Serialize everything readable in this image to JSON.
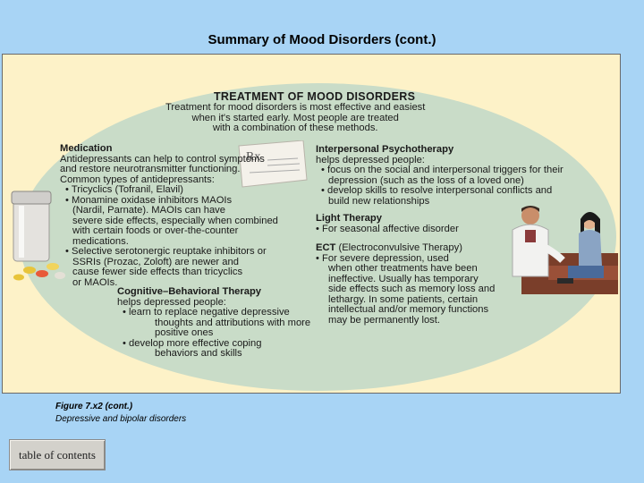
{
  "slide_title": "Summary of Mood Disorders (cont.)",
  "figure": {
    "title": "TREATMENT OF MOOD DISORDERS",
    "intro": [
      "Treatment for mood disorders is most effective and easiest",
      "when it's started early. Most people are treated",
      "with a combination of these methods."
    ],
    "medication": {
      "heading": "Medication",
      "lines": [
        "Antidepressants can help to control symptoms",
        "and restore neurotransmitter functioning.",
        "Common types of antidepressants:",
        "• Tricyclics (Tofranil, Elavil)",
        "• Monamine oxidase inhibitors MAOIs",
        "(Nardil, Parnate). MAOIs can have",
        "severe side effects, especially when combined",
        "with certain foods or over-the-counter",
        "medications.",
        "• Selective serotonergic reuptake inhibitors or",
        "SSRIs (Prozac, Zoloft) are newer and",
        "cause  fewer side effects than tricyclics",
        "or MAOIs."
      ]
    },
    "cbt": {
      "heading": "Cognitive–Behavioral Therapy",
      "lines": [
        "helps depressed people:",
        "• learn to replace negative depressive",
        "thoughts and attributions with more",
        "positive ones",
        "• develop more effective coping",
        "behaviors and skills"
      ]
    },
    "interpersonal": {
      "heading": "Interpersonal Psychotherapy",
      "lines": [
        "helps depressed people:",
        "• focus on the social and interpersonal triggers for their",
        "depression (such as the loss of a loved one)",
        "• develop skills to resolve interpersonal conflicts and",
        "build new relationships"
      ]
    },
    "light": {
      "heading": "Light Therapy",
      "lines": [
        "• For seasonal affective disorder"
      ]
    },
    "ect": {
      "heading": "ECT",
      "subtitle": "(Electroconvulsive Therapy)",
      "lines": [
        "• For severe depression, used",
        "when other treatments have been",
        "ineffective. Usually has temporary",
        "side effects such as memory loss and",
        "lethargy. In some patients, certain",
        "intellectual and/or memory functions",
        "may be permanently lost."
      ]
    },
    "prescription_text": "Rx"
  },
  "caption": {
    "line1": "Figure 7.x2 (cont.)",
    "line2": "Depressive and bipolar disorders"
  },
  "toc_button": "table of contents",
  "colors": {
    "background": "#a8d4f5",
    "panel": "#fdf2c8",
    "oval": "#c9dcc8"
  }
}
